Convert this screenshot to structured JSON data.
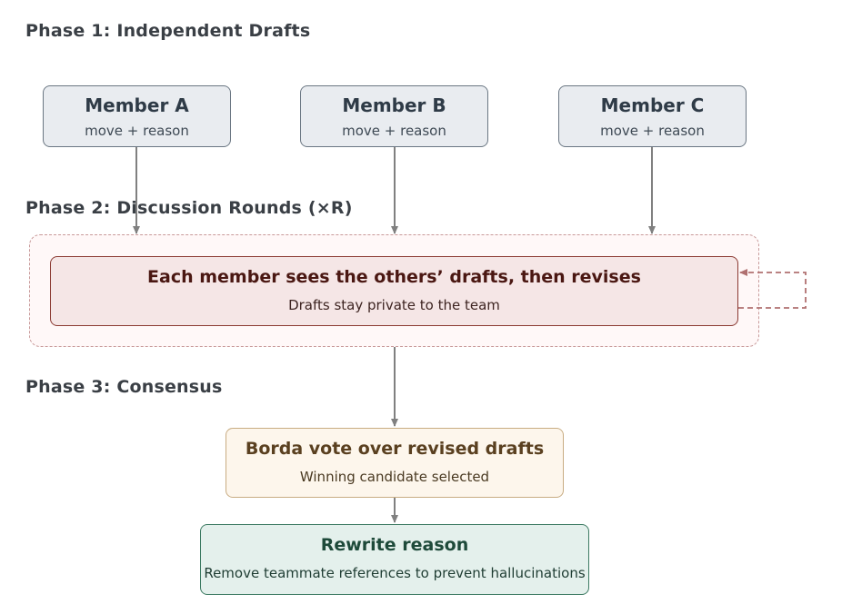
{
  "phases": {
    "p1": "Phase 1: Independent Drafts",
    "p2": "Phase 2: Discussion Rounds (×R)",
    "p3": "Phase 3: Consensus"
  },
  "members": [
    {
      "name": "Member A",
      "sub": "move + reason"
    },
    {
      "name": "Member B",
      "sub": "move + reason"
    },
    {
      "name": "Member C",
      "sub": "move + reason"
    }
  ],
  "discussion": {
    "title": "Each member sees the others’ drafts, then revises",
    "sub": "Drafts stay private to the team"
  },
  "borda": {
    "title": "Borda vote over revised drafts",
    "sub": "Winning candidate selected"
  },
  "rewrite": {
    "title": "Rewrite reason",
    "sub": "Remove teammate references to prevent hallucinations"
  },
  "colors": {
    "arrow": "#808080",
    "loop": "#b07070",
    "member_fill": "#e9ecf0",
    "discussion_fill": "#f5e6e6",
    "borda_fill": "#fdf6ec",
    "rewrite_fill": "#e4f0ec"
  }
}
